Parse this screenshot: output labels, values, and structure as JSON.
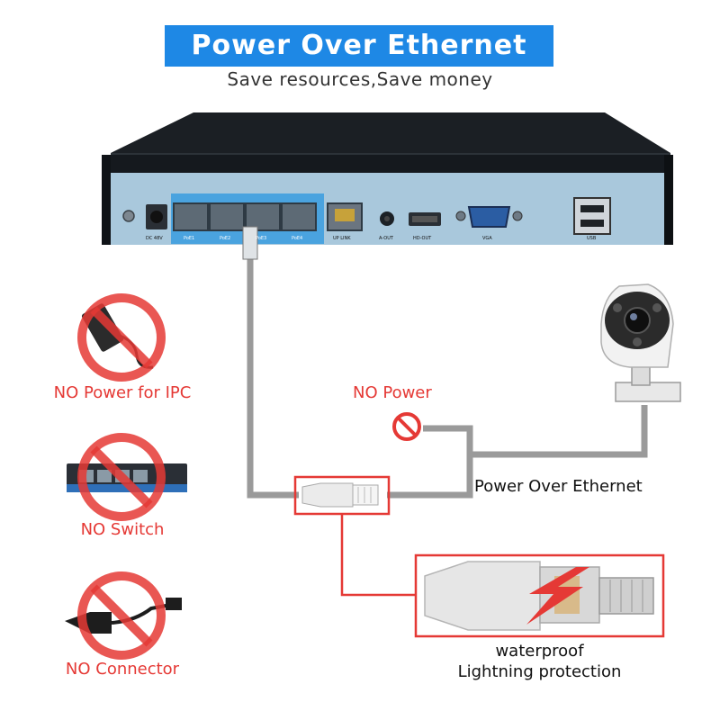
{
  "header": {
    "title": "Power Over Ethernet",
    "subtitle": "Save resources,Save money"
  },
  "nvr": {
    "dc_label": "DC 48V",
    "poe_ports": [
      "PoE1",
      "PoE2",
      "PoE3",
      "PoE4"
    ],
    "uplink_label": "UP LINK",
    "aout_label": "A-OUT",
    "hdout_label": "HD-OUT",
    "vga_label": "VGA",
    "usb_label": "USB"
  },
  "not_needed": [
    {
      "label": "NO Power for IPC",
      "icon": "power-adapter-icon"
    },
    {
      "label": "NO Switch",
      "icon": "network-switch-icon"
    },
    {
      "label": "NO Connector",
      "icon": "poe-splitter-icon"
    }
  ],
  "diagram": {
    "no_power_label": "NO Power",
    "poe_label": "Power Over Ethernet",
    "detail_line1": "waterproof",
    "detail_line2": "Lightning protection"
  },
  "colors": {
    "banner": "#1e88e5",
    "accent_red": "#e53935",
    "nvr_face": "#a9c8dc",
    "nvr_body": "#15191e",
    "poe_highlight": "#4aa3df",
    "cable": "#9a9a9a"
  }
}
